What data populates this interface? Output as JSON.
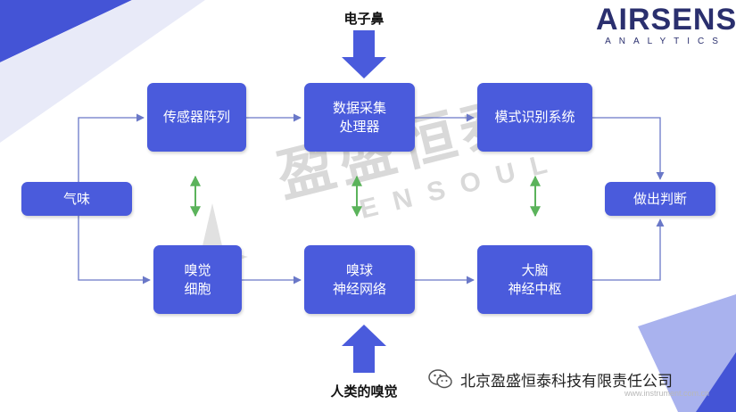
{
  "colors": {
    "box_fill": "#4a5bdc",
    "box_text": "#ffffff",
    "arrow": "#6a78c8",
    "bidir_arrow": "#5bb35b",
    "big_arrow": "#4a5bdc",
    "deco_light": "#e8eaf8",
    "deco_mid": "#a9b2ee",
    "deco_dark": "#4454d6"
  },
  "logo": {
    "main": "AIRSENSE",
    "sub": "ANALYTICS"
  },
  "labels": {
    "top": "电子鼻",
    "bottom": "人类的嗅觉"
  },
  "nodes": {
    "qiwei": "气味",
    "sensor_array": "传感器阵列",
    "data_proc_1": "数据采集",
    "data_proc_2": "处理器",
    "pattern_rec": "模式识别系统",
    "decision": "做出判断",
    "olf_cell_1": "嗅觉",
    "olf_cell_2": "细胞",
    "olf_bulb_1": "嗅球",
    "olf_bulb_2": "神经网络",
    "brain_1": "大脑",
    "brain_2": "神经中枢"
  },
  "watermark": {
    "cn": "盈盛恒泰",
    "en": "ENSOUL"
  },
  "footer": {
    "icon": "wechat-icon",
    "text": "北京盈盛恒泰科技有限责任公司",
    "site": "www.instrument.com.cn"
  }
}
